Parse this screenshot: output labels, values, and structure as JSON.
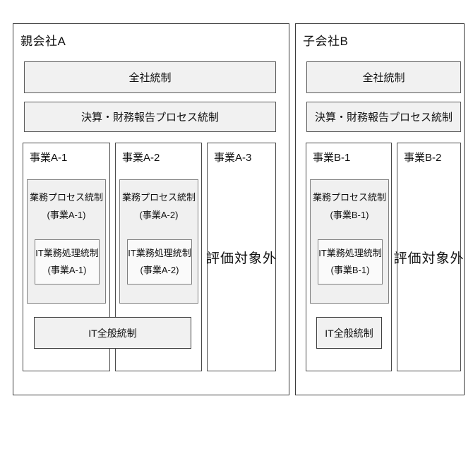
{
  "left_panel": {
    "title": "親会社A",
    "company_wide_control": "全社統制",
    "financial_reporting_control": "決算・財務報告プロセス統制",
    "it_general_control": "IT全般統制",
    "units": [
      {
        "label": "事業A-1",
        "process_control_line1": "業務プロセス統制",
        "process_control_line2": "(事業A-1)",
        "it_app_control_line1": "IT業務処理統制",
        "it_app_control_line2": "(事業A-1)"
      },
      {
        "label": "事業A-2",
        "process_control_line1": "業務プロセス統制",
        "process_control_line2": "(事業A-2)",
        "it_app_control_line1": "IT業務処理統制",
        "it_app_control_line2": "(事業A-2)"
      },
      {
        "label": "事業A-3",
        "out_of_scope": "評価対象外"
      }
    ]
  },
  "right_panel": {
    "title": "子会社B",
    "company_wide_control": "全社統制",
    "financial_reporting_control": "決算・財務報告プロセス統制",
    "it_general_control": "IT全般統制",
    "units": [
      {
        "label": "事業B-1",
        "process_control_line1": "業務プロセス統制",
        "process_control_line2": "(事業B-1)",
        "it_app_control_line1": "IT業務処理統制",
        "it_app_control_line2": "(事業B-1)"
      },
      {
        "label": "事業B-2",
        "out_of_scope": "評価対象外"
      }
    ]
  },
  "colors": {
    "control_box_fill": "#f1f1f1",
    "inner_box_fill": "#fafafa",
    "dark_border": "#3a3a3a",
    "gray_border": "#7f7f7f"
  }
}
